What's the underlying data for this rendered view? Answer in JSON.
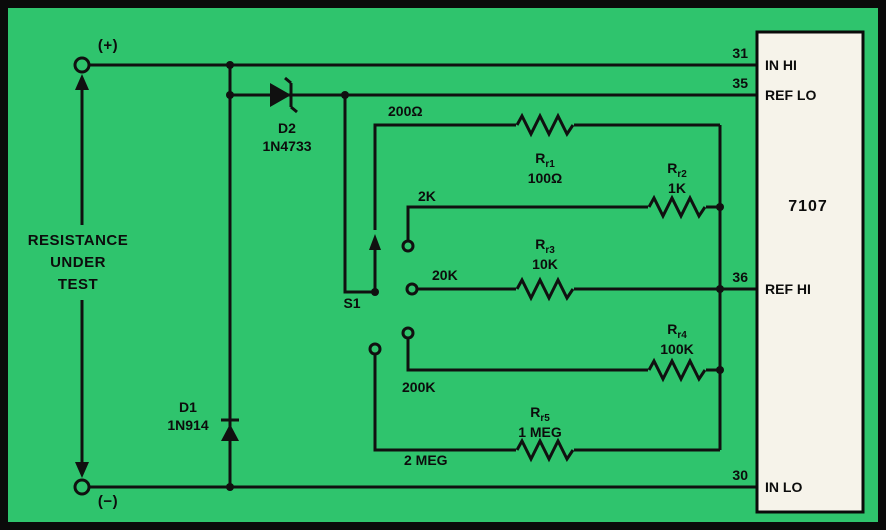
{
  "colors": {
    "background": "#2fc46d",
    "line": "#101010",
    "ic_fill": "#f6f3ea"
  },
  "terminals": {
    "positive": "(+)",
    "negative": "(−)"
  },
  "left_label": {
    "line1": "RESISTANCE",
    "line2": "UNDER",
    "line3": "TEST"
  },
  "diodes": {
    "d1": {
      "name": "D1",
      "part": "1N914"
    },
    "d2": {
      "name": "D2",
      "part": "1N4733"
    }
  },
  "switch": {
    "label": "S1",
    "positions": [
      "200Ω",
      "2K",
      "20K",
      "200K",
      "2 MEG"
    ]
  },
  "resistors": {
    "r1": {
      "ref": "R",
      "sub": "r1",
      "value": "100Ω"
    },
    "r2": {
      "ref": "R",
      "sub": "r2",
      "value": "1K"
    },
    "r3": {
      "ref": "R",
      "sub": "r3",
      "value": "10K"
    },
    "r4": {
      "ref": "R",
      "sub": "r4",
      "value": "100K"
    },
    "r5": {
      "ref": "R",
      "sub": "r5",
      "value": "1 MEG"
    }
  },
  "ic": {
    "name": "7107",
    "pins": [
      {
        "number": "31",
        "label": "IN HI"
      },
      {
        "number": "35",
        "label": "REF LO"
      },
      {
        "number": "36",
        "label": "REF HI"
      },
      {
        "number": "30",
        "label": "IN LO"
      }
    ]
  }
}
